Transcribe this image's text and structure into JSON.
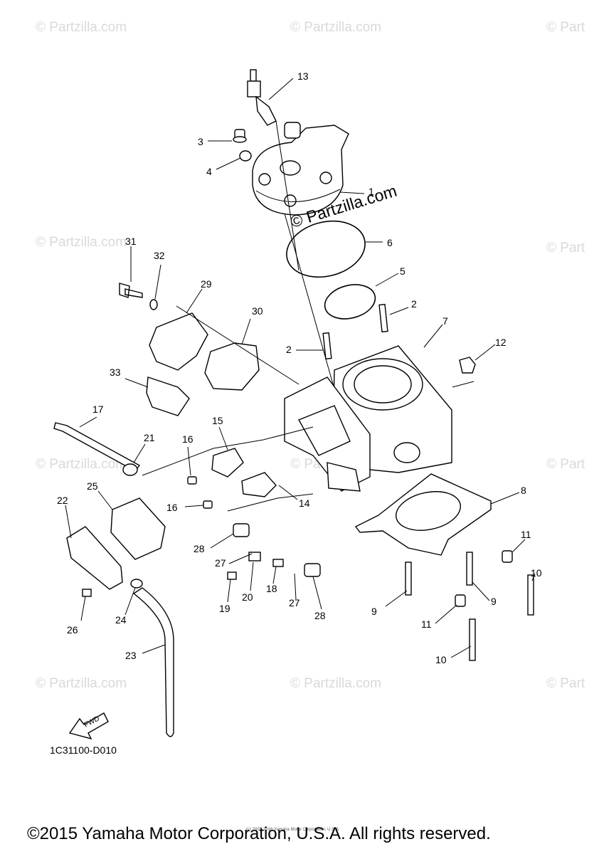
{
  "watermark": {
    "text": "© Partzilla.com",
    "partial_text": "© Part",
    "main_text": "© Partzilla.com"
  },
  "diagram": {
    "code": "1C31100-D010",
    "fwd_label": "FWD",
    "callouts": [
      "13",
      "3",
      "4",
      "1",
      "6",
      "5",
      "2",
      "7",
      "12",
      "2",
      "31",
      "32",
      "29",
      "30",
      "33",
      "17",
      "21",
      "16",
      "15",
      "14",
      "16",
      "8",
      "25",
      "22",
      "28",
      "27",
      "20",
      "18",
      "19",
      "27",
      "28",
      "11",
      "10",
      "9",
      "9",
      "11",
      "10",
      "24",
      "26",
      "23"
    ]
  },
  "footer": {
    "copyright": "©2015 Yamaha Motor Corporation, U.S.A. All rights reserved.",
    "tiny_credit": "(c) 2005-2016 Yamaha Motor Corporation, U.S.A."
  }
}
